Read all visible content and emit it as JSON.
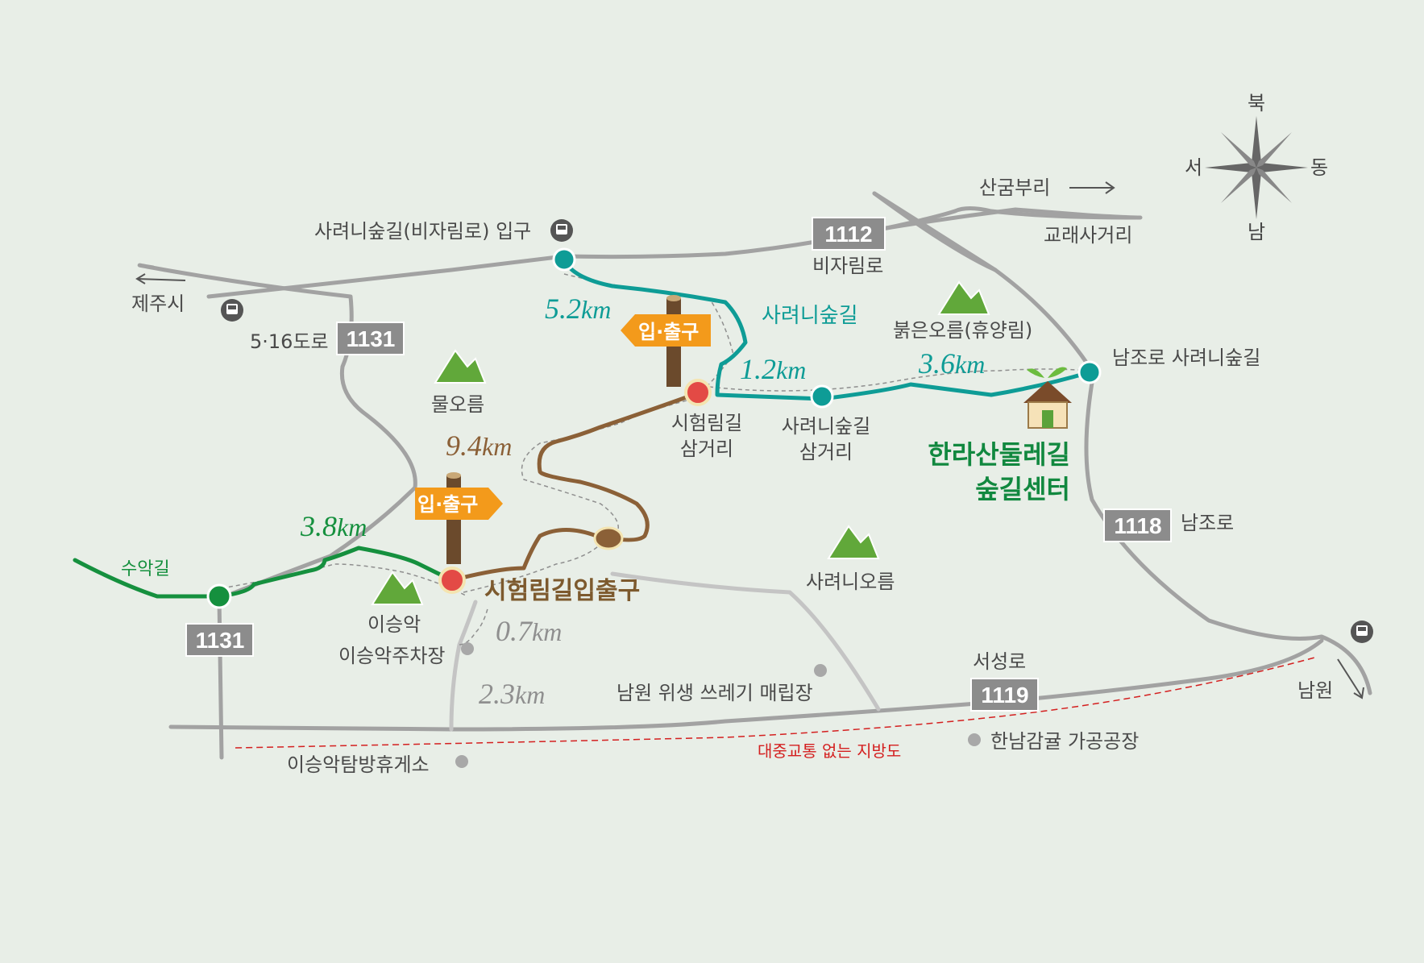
{
  "colors": {
    "background": "#e8eee7",
    "road": "#a2a2a2",
    "trail_teal": "#0e9c96",
    "trail_brown": "#8b6037",
    "trail_green": "#15903e",
    "sign_orange": "#f39a1b",
    "node_red": "#e34a45",
    "shield_gray": "#8c8c8c",
    "mountain_green": "#61a83a",
    "warning_red": "#d42020"
  },
  "compass": {
    "north": "북",
    "south": "남",
    "east": "동",
    "west": "서"
  },
  "roads": {
    "r1112": "1112",
    "r1131_top": "1131",
    "r1131_bottom": "1131",
    "r1118": "1118",
    "r1119": "1119",
    "bijarimro": "비자림로",
    "road516": "5·16도로",
    "namjoro": "남조로",
    "seoseongro": "서성로"
  },
  "places": {
    "sangumburi": "산굼부리",
    "gyorae": "교래사거리",
    "jejusi": "제주시",
    "saryeoni_entrance": "사려니숲길(비자림로) 입구",
    "mureoreum": "물오름",
    "bulgeun": "붉은오름(휴양림)",
    "namjo_saryeoni": "남조로 사려니숲길",
    "saryeonioreum": "사려니오름",
    "iseungak": "이승악",
    "iseungak_parking": "이승악주차장",
    "iseungak_rest": "이승악탐방휴게소",
    "landfill": "남원 위생 쓰레기 매립장",
    "hannam": "한남감귤 가공공장",
    "namwon": "남원"
  },
  "trails": {
    "saryeoni": "사려니숲길",
    "suak": "수악길"
  },
  "junctions": {
    "siheomrim_junction": [
      "시험림길",
      "삼거리"
    ],
    "saryeoni_junction": [
      "사려니숲길",
      "삼거리"
    ]
  },
  "center": {
    "line1": "한라산둘레길",
    "line2": "숲길센터"
  },
  "entrance_label": "시험림길입출구",
  "signs": {
    "sign1": "입·출구",
    "sign2": "입·출구"
  },
  "distances": [
    {
      "value": "5.2",
      "unit": "km"
    },
    {
      "value": "1.2",
      "unit": "km"
    },
    {
      "value": "3.6",
      "unit": "km"
    },
    {
      "value": "9.4",
      "unit": "km"
    },
    {
      "value": "3.8",
      "unit": "km"
    },
    {
      "value": "0.7",
      "unit": "km"
    },
    {
      "value": "2.3",
      "unit": "km"
    }
  ],
  "warning": "대중교통 없는 지방도"
}
